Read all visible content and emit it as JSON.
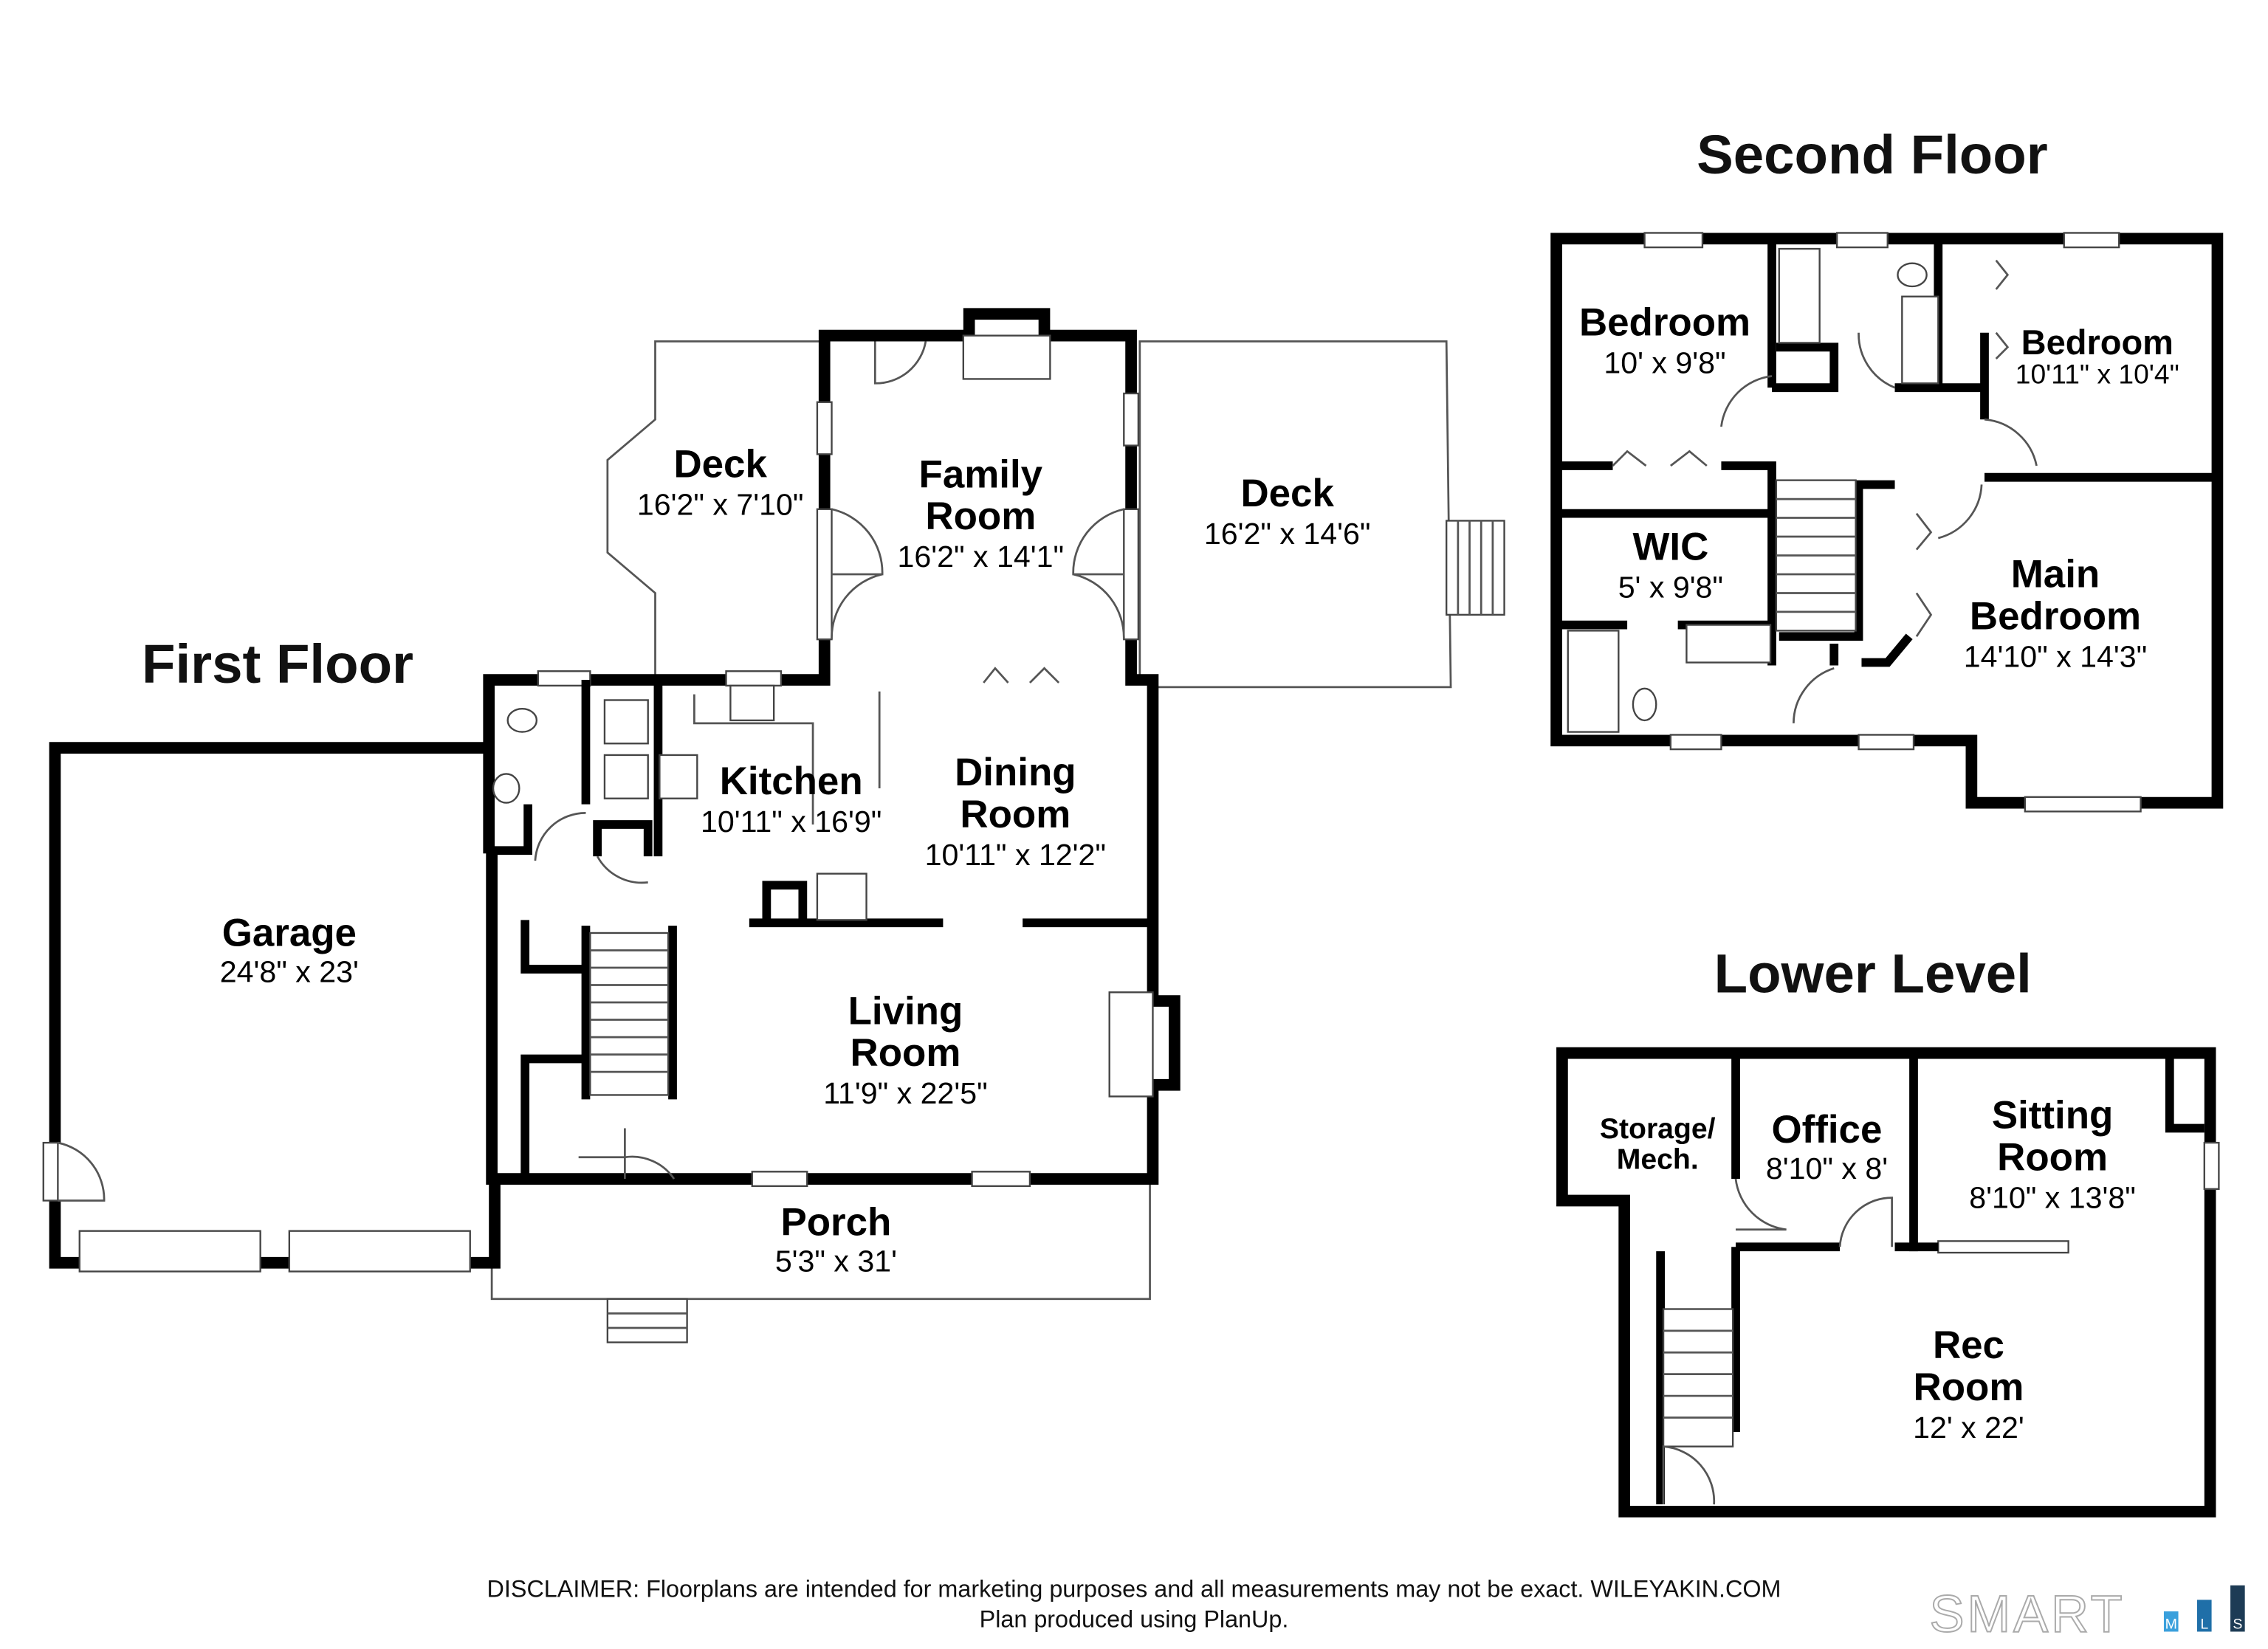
{
  "titles": {
    "first_floor": "First Floor",
    "second_floor": "Second Floor",
    "lower_level": "Lower Level"
  },
  "first_floor": {
    "garage": {
      "name": "Garage",
      "dims": "24'8\" x 23'"
    },
    "deck_left": {
      "name": "Deck",
      "dims": "16'2\" x 7'10\""
    },
    "family_room": {
      "name1": "Family",
      "name2": "Room",
      "dims": "16'2\" x 14'1\""
    },
    "deck_right": {
      "name": "Deck",
      "dims": "16'2\" x 14'6\""
    },
    "kitchen": {
      "name": "Kitchen",
      "dims": "10'11\" x 16'9\""
    },
    "dining_room": {
      "name1": "Dining",
      "name2": "Room",
      "dims": "10'11\" x 12'2\""
    },
    "living_room": {
      "name1": "Living",
      "name2": "Room",
      "dims": "11'9\" x 22'5\""
    },
    "porch": {
      "name": "Porch",
      "dims": "5'3\" x 31'"
    }
  },
  "second_floor": {
    "bedroom_1": {
      "name": "Bedroom",
      "dims": "10' x 9'8\""
    },
    "bedroom_2": {
      "name": "Bedroom",
      "dims": "10'11\" x 10'4\""
    },
    "wic": {
      "name": "WIC",
      "dims": "5' x 9'8\""
    },
    "main_bedroom": {
      "name1": "Main",
      "name2": "Bedroom",
      "dims": "14'10\" x 14'3\""
    }
  },
  "lower_level": {
    "storage": {
      "name1": "Storage/",
      "name2": "Mech."
    },
    "office": {
      "name": "Office",
      "dims": "8'10\" x 8'"
    },
    "sitting_room": {
      "name1": "Sitting",
      "name2": "Room",
      "dims": "8'10\" x 13'8\""
    },
    "rec_room": {
      "name1": "Rec",
      "name2": "Room",
      "dims": "12' x 22'"
    }
  },
  "footer": {
    "disclaimer": "DISCLAIMER: Floorplans are intended for marketing purposes and all measurements may not be exact. WILEYAKIN.COM",
    "produced": "Plan produced using PlanUp.",
    "logo_text": "SMART",
    "logo_m": "M",
    "logo_l": "L",
    "logo_s": "S"
  },
  "colors": {
    "wall": "#000000",
    "logo_light": "#3aa0dc",
    "logo_mid": "#1f6fa8",
    "logo_dark": "#1d3b55"
  }
}
